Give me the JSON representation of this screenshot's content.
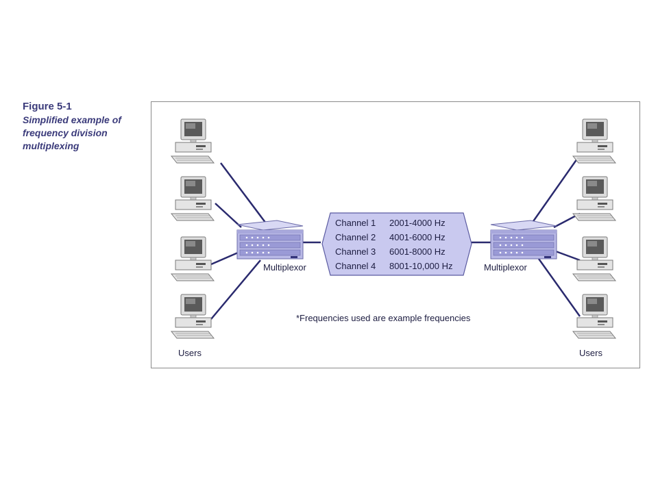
{
  "caption": {
    "figure_number": "Figure 5-1",
    "line1": "Simplified example of",
    "line2": "frequency division",
    "line3": "multiplexing"
  },
  "diagram": {
    "left_users_label": "Users",
    "right_users_label": "Users",
    "left_mux_label": "Multiplexor",
    "right_mux_label": "Multiplexor",
    "channels": [
      {
        "name": "Channel 1",
        "range": "2001-4000 Hz"
      },
      {
        "name": "Channel 2",
        "range": "4001-6000 Hz"
      },
      {
        "name": "Channel 3",
        "range": "6001-8000 Hz"
      },
      {
        "name": "Channel 4",
        "range": "8001-10,000 Hz"
      }
    ],
    "footnote": "*Frequencies used are example frequencies"
  },
  "colors": {
    "line": "#2a2a6e",
    "mux_fill": "#b9b9e6",
    "channel_box_fill": "#c9c9ef",
    "computer_gray": "#d6d6d6"
  }
}
